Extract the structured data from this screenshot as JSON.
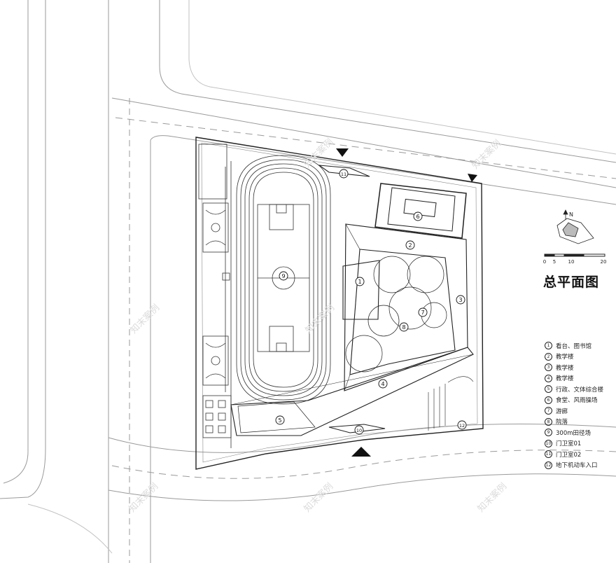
{
  "title": "总平面图",
  "north_label": "N",
  "scale": {
    "ticks": [
      "0",
      "5",
      "10",
      "20"
    ]
  },
  "watermark": "知末案例",
  "markers": [
    "1",
    "2",
    "3",
    "4",
    "5",
    "6",
    "7",
    "8",
    "9",
    "10",
    "11",
    "12"
  ],
  "legend": [
    {
      "num": "1",
      "label": "看台、图书馆"
    },
    {
      "num": "2",
      "label": "教学楼"
    },
    {
      "num": "3",
      "label": "教学楼"
    },
    {
      "num": "4",
      "label": "教学楼"
    },
    {
      "num": "5",
      "label": "行政、文体综合楼"
    },
    {
      "num": "6",
      "label": "食堂、风雨操场"
    },
    {
      "num": "7",
      "label": "游廊"
    },
    {
      "num": "8",
      "label": "院落"
    },
    {
      "num": "9",
      "label": "300m田径场"
    },
    {
      "num": "10",
      "label": "门卫室01"
    },
    {
      "num": "11",
      "label": "门卫室02"
    },
    {
      "num": "12",
      "label": "地下机动车入口"
    }
  ]
}
